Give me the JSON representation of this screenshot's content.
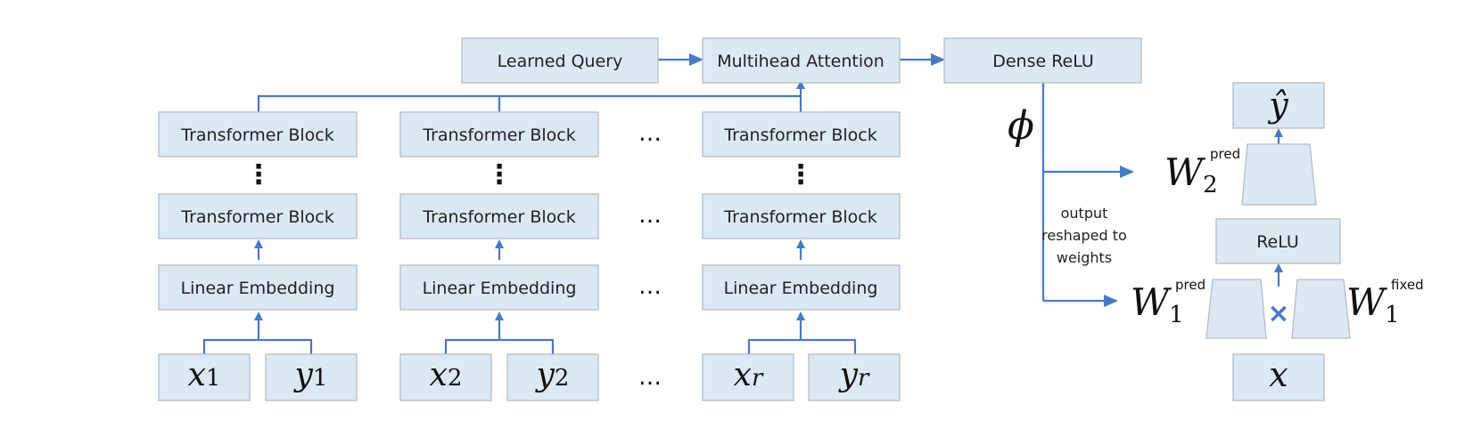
{
  "top_row": {
    "learned_query": "Learned Query",
    "multihead_attention": "Multihead Attention",
    "dense_relu": "Dense ReLU"
  },
  "columns": [
    {
      "transformer_top": "Transformer Block",
      "transformer_bottom": "Transformer Block",
      "embedding": "Linear Embedding",
      "x_var": "x",
      "x_sub": "1",
      "y_var": "y",
      "y_sub": "1"
    },
    {
      "transformer_top": "Transformer Block",
      "transformer_bottom": "Transformer Block",
      "embedding": "Linear Embedding",
      "x_var": "x",
      "x_sub": "2",
      "y_var": "y",
      "y_sub": "2"
    },
    {
      "transformer_top": "Transformer Block",
      "transformer_bottom": "Transformer Block",
      "embedding": "Linear Embedding",
      "x_var": "x",
      "x_sub": "r",
      "y_var": "y",
      "y_sub": "r"
    }
  ],
  "ellipsis": "…",
  "vdots": "⋮",
  "right_panel": {
    "phi": "ϕ",
    "output_note": [
      "output",
      "reshaped to",
      "weights"
    ],
    "w_var": "W",
    "w2_sub": "2",
    "w2_sup": "pred",
    "w1_sub": "1",
    "w1_pred_sup": "pred",
    "w1_fixed_sup": "fixed",
    "relu": "ReLU",
    "multiply": "×",
    "y_hat": "ŷ",
    "x": "x"
  },
  "colors": {
    "box_fill": "#dce8f4",
    "box_stroke": "#b3bcc8",
    "arrow": "#4a78c6"
  }
}
